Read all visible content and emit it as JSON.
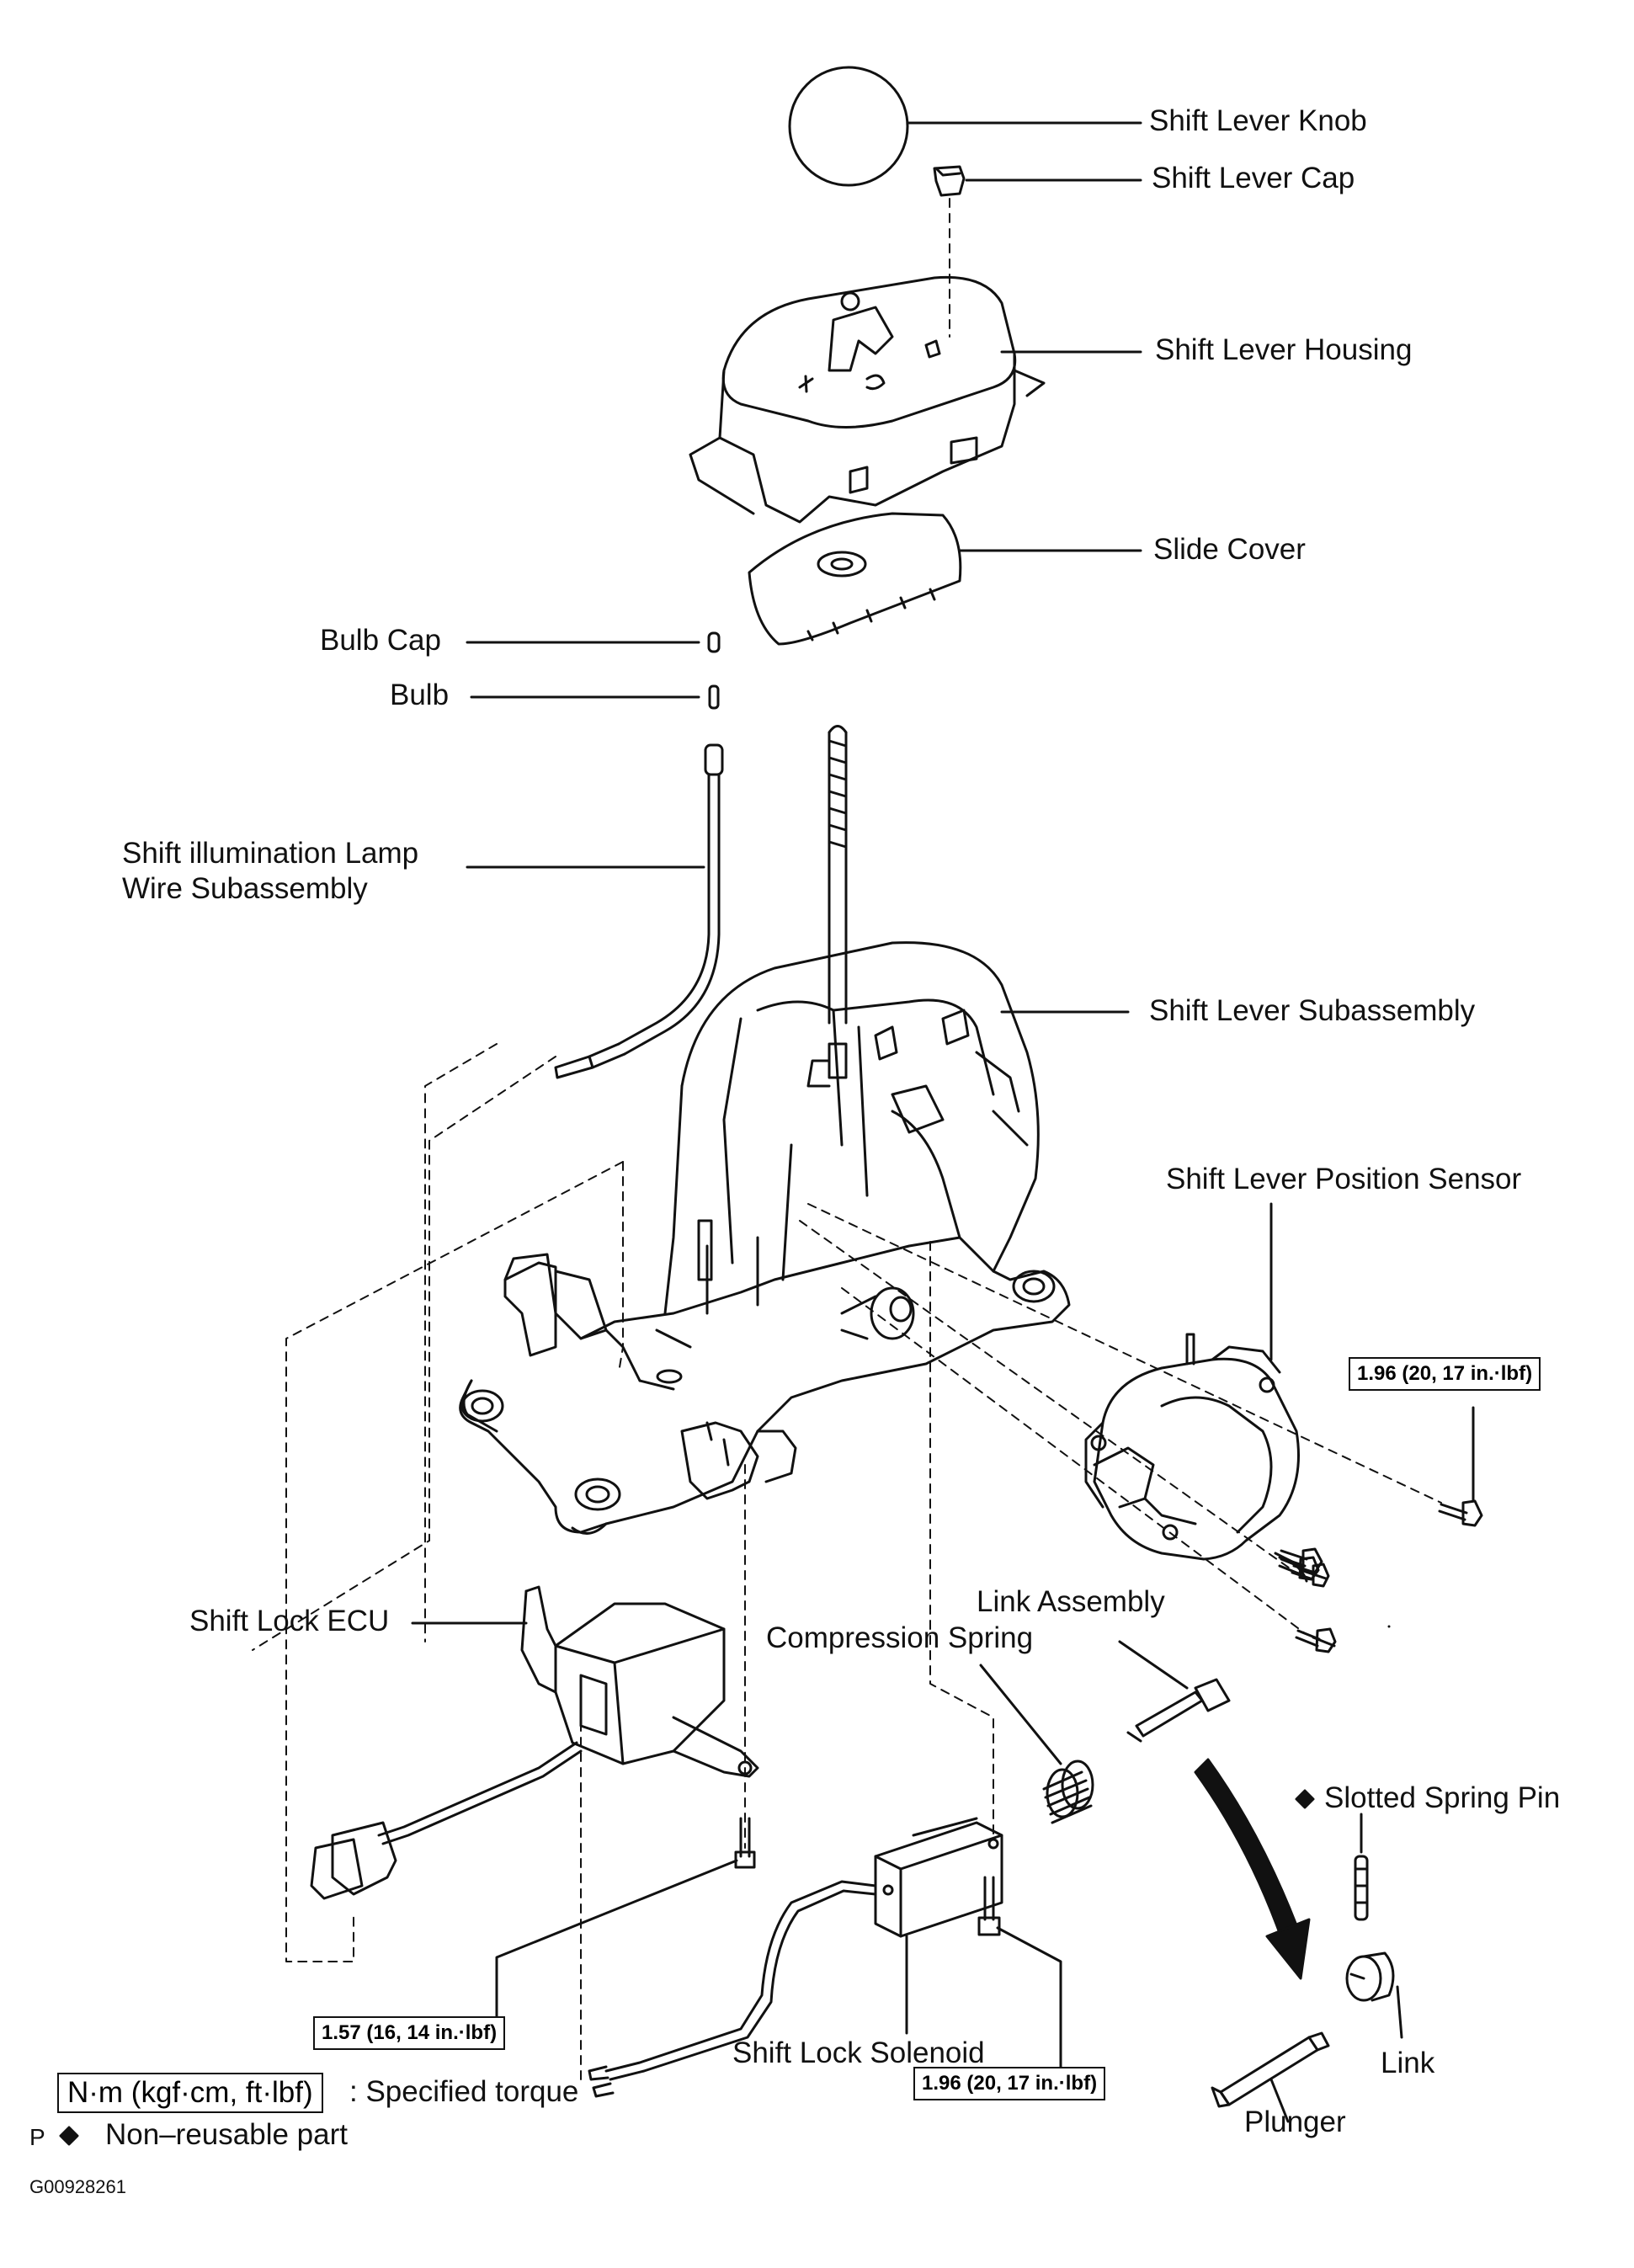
{
  "labels": {
    "shift_lever_knob": "Shift Lever Knob",
    "shift_lever_cap": "Shift Lever Cap",
    "shift_lever_housing": "Shift Lever Housing",
    "slide_cover": "Slide Cover",
    "bulb_cap": "Bulb Cap",
    "bulb": "Bulb",
    "lamp_wire_line1": "Shift illumination Lamp",
    "lamp_wire_line2": "Wire Subassembly",
    "shift_lever_subassembly": "Shift Lever Subassembly",
    "shift_lever_position_sensor": "Shift Lever Position Sensor",
    "shift_lock_ecu": "Shift Lock ECU",
    "link_assembly": "Link Assembly",
    "compression_spring": "Compression Spring",
    "slotted_spring_pin": "Slotted Spring Pin",
    "shift_lock_solenoid": "Shift Lock Solenoid",
    "link": "Link",
    "plunger": "Plunger"
  },
  "torque": {
    "sensor_bolt": "1.96 (20, 17 in.·lbf)",
    "ecu_bolt": "1.57 (16, 14 in.·lbf)",
    "solenoid_bolt": "1.96 (20, 17 in.·lbf)"
  },
  "legend": {
    "torque_unit": "N·m (kgf·cm, ft·lbf)",
    "torque_desc": ": Specified torque",
    "diamond_desc": "Non–reusable part",
    "p_mark": "P",
    "diamond_symbol": "◆"
  },
  "figure_id": "G00928261"
}
